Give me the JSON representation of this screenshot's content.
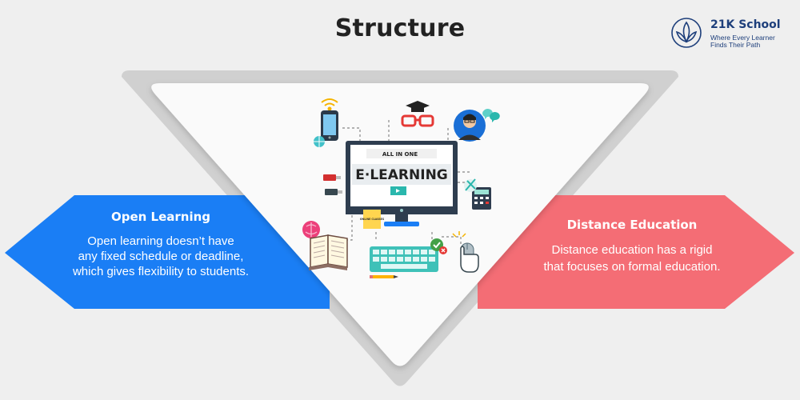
{
  "title": "Structure",
  "logo": {
    "name": "21K School",
    "tagline_line1": "Where Every Learner",
    "tagline_line2": "Finds Their Path"
  },
  "center": {
    "monitor_top_text": "ALL IN ONE",
    "monitor_main_text": "E·LEARNING",
    "sticky_note_text": "ONLINE CLASSES"
  },
  "left_panel": {
    "heading": "Open Learning",
    "body_line1": "Open learning doesn’t have",
    "body_line2": "any fixed schedule or deadline,",
    "body_line3": "which gives flexibility to students.",
    "color": "#1a7ef5"
  },
  "right_panel": {
    "heading": "Distance Education",
    "body_line1": "Distance education has a rigid",
    "body_line2": "that focuses on formal education.",
    "color": "#f46d75"
  },
  "colors": {
    "background": "#efefef",
    "triangle_outer": "#d0d0d0",
    "triangle_inner": "#fafafa",
    "brand": "#1e3f7b"
  }
}
